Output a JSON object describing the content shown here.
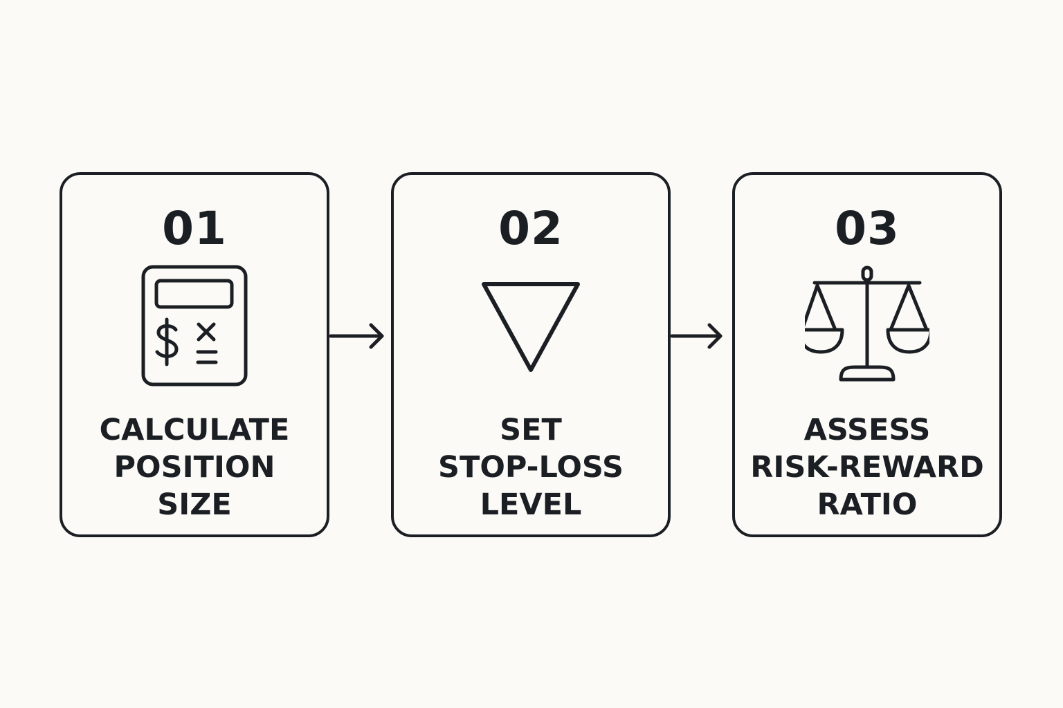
{
  "colors": {
    "background": "#fbfaf6",
    "ink": "#1b1f24"
  },
  "steps": [
    {
      "number": "01",
      "icon": "calculator-icon",
      "label_lines": [
        "CALCULATE",
        "POSITION",
        "SIZE"
      ]
    },
    {
      "number": "02",
      "icon": "down-triangle-icon",
      "label_lines": [
        "SET",
        "STOP-LOSS",
        "LEVEL"
      ]
    },
    {
      "number": "03",
      "icon": "balance-scale-icon",
      "label_lines": [
        "ASSESS",
        "RISK-REWARD",
        "RATIO"
      ]
    }
  ],
  "connectors": [
    {
      "from": "01",
      "to": "02"
    },
    {
      "from": "02",
      "to": "03"
    }
  ]
}
